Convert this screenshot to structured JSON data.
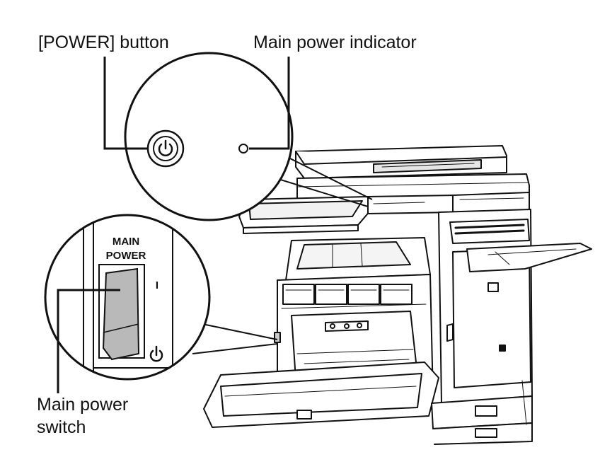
{
  "callouts": {
    "power_button": "[POWER] button",
    "main_power_indicator": "Main power indicator",
    "main_power_switch_line1": "Main power",
    "main_power_switch_line2": "switch"
  },
  "switch_panel": {
    "label_line1": "MAIN",
    "label_line2": "POWER",
    "on_mark": "I"
  },
  "colors": {
    "line": "#111111",
    "switch_fill": "#b9b9b9",
    "background": "#ffffff"
  },
  "icons": {
    "power_symbol": "power-icon"
  }
}
